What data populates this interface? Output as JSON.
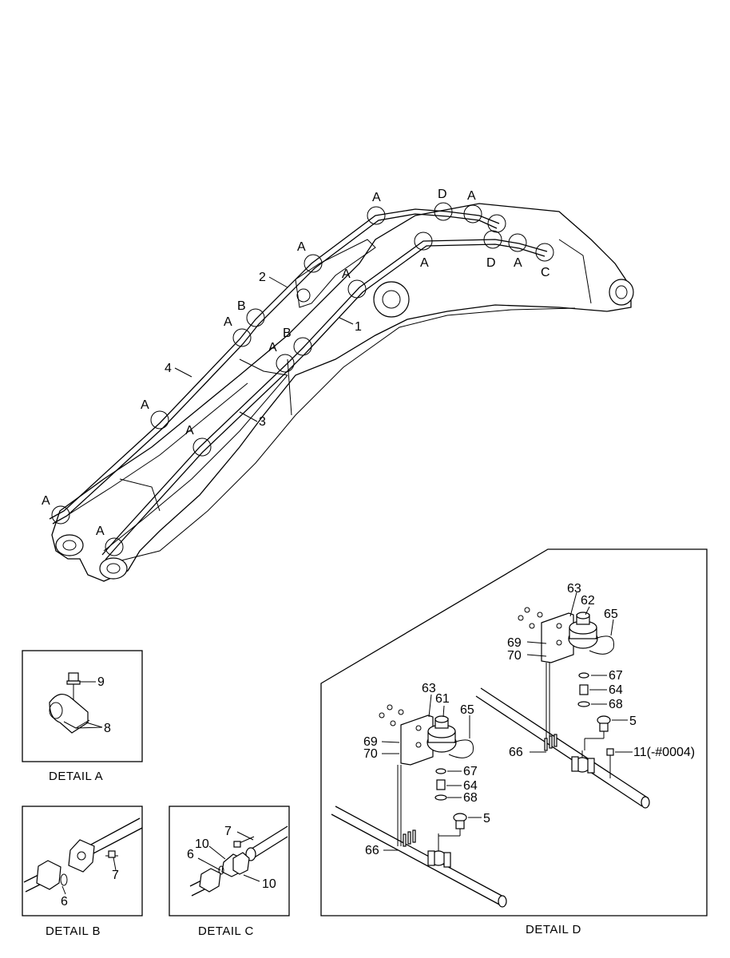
{
  "main_labels": {
    "A": "A",
    "B": "B",
    "C": "C",
    "D": "D",
    "n1": "1",
    "n2": "2",
    "n3": "3",
    "n4": "4"
  },
  "detail_a": {
    "caption": "DETAIL  A",
    "p9": "9",
    "p8": "8"
  },
  "detail_b": {
    "caption": "DETAIL  B",
    "p6": "6",
    "p7": "7"
  },
  "detail_c": {
    "caption": "DETAIL  C",
    "p7": "7",
    "p10a": "10",
    "p6": "6",
    "p10b": "10"
  },
  "detail_d": {
    "caption": "DETAIL  D",
    "right": {
      "p63": "63",
      "p62": "62",
      "p65": "65",
      "p69": "69",
      "p70": "70",
      "p67": "67",
      "p64": "64",
      "p68": "68",
      "p5": "5",
      "p66": "66",
      "p11": "11(-#0004)"
    },
    "left": {
      "p63": "63",
      "p61": "61",
      "p65": "65",
      "p69": "69",
      "p70": "70",
      "p67": "67",
      "p64": "64",
      "p68": "68",
      "p5": "5",
      "p66": "66"
    }
  }
}
